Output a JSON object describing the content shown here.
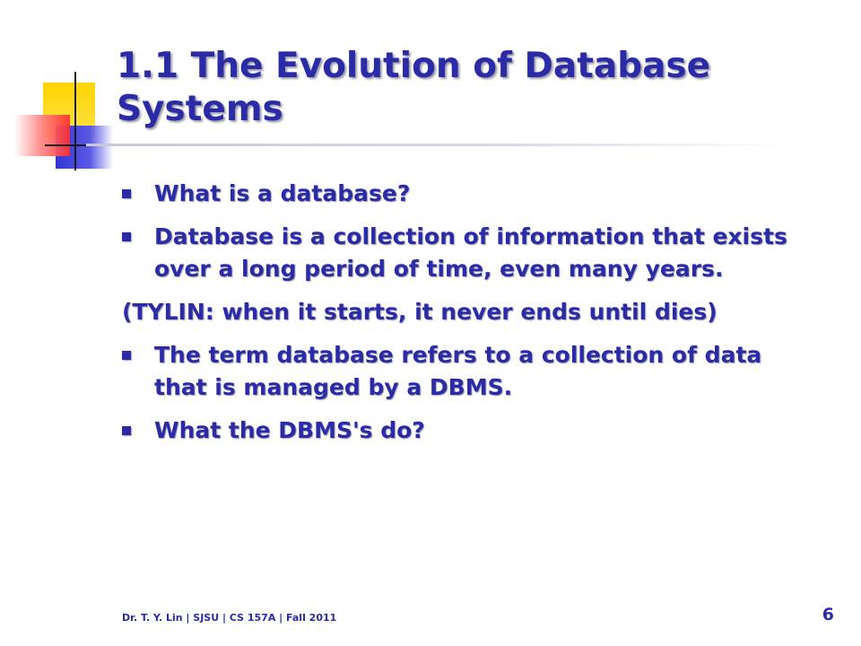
{
  "slide": {
    "title": "1.1 The Evolution of Database Systems",
    "items": [
      {
        "kind": "bullet",
        "text": "What is a database?"
      },
      {
        "kind": "bullet",
        "text": "Database is a collection of information that exists over a long period of time, even many years."
      },
      {
        "kind": "plain",
        "text": "(TYLIN: when it starts, it never ends until dies)"
      },
      {
        "kind": "bullet",
        "text": "The term database refers to a collection of data that is managed by a DBMS."
      },
      {
        "kind": "bullet",
        "text": "What the DBMS's do?"
      }
    ],
    "footer": "Dr. T. Y. Lin | SJSU | CS 157A | Fall 2011",
    "page_number": "6"
  },
  "colors": {
    "text": "#2b2ba8",
    "accent_yellow": "#ffd400",
    "accent_red": "#ff2d2d",
    "accent_blue": "#3434d6"
  }
}
